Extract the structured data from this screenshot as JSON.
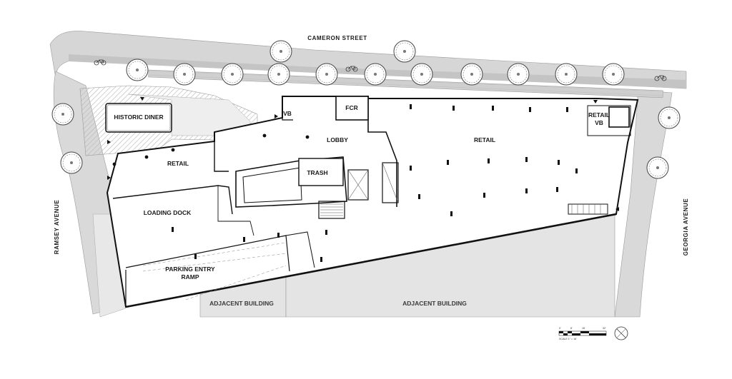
{
  "streets": {
    "north": "CAMERON STREET",
    "west": "RAMSEY AVENUE",
    "east": "GEORGIA AVENUE"
  },
  "rooms": {
    "historic_diner": "HISTORIC DINER",
    "vb_lobby": "VB",
    "fcr": "FCR",
    "lobby": "LOBBY",
    "retail_main": "RETAIL",
    "retail_vb_line1": "RETAIL",
    "retail_vb_line2": "VB",
    "retail_west": "RETAIL",
    "trash": "TRASH",
    "loading_dock": "LOADING DOCK",
    "parking_line1": "PARKING ENTRY",
    "parking_line2": "RAMP"
  },
  "adjacent": {
    "left": "ADJACENT BUILDING",
    "right": "ADJACENT BUILDING"
  },
  "scale": {
    "ticks": [
      "0'",
      "8'",
      "16'",
      "32'"
    ],
    "label": "SCALE 1\" = 16'"
  },
  "colors": {
    "sidewalk": "#d9d9d9",
    "bikelane": "#b8b8b8",
    "adjacent": "#e6e6e6",
    "wall": "#111111",
    "hatch": "#bdbdbd"
  },
  "icons": [
    "tree-icon",
    "bike-icon",
    "north-arrow-icon",
    "entry-arrow-icon"
  ]
}
